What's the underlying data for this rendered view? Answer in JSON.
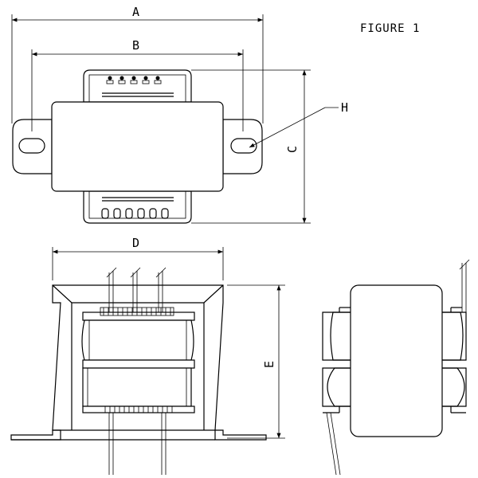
{
  "figure_label": "FIGURE 1",
  "dimensions": {
    "a": "A",
    "b": "B",
    "c": "C",
    "d": "D",
    "e": "E",
    "h": "H"
  }
}
